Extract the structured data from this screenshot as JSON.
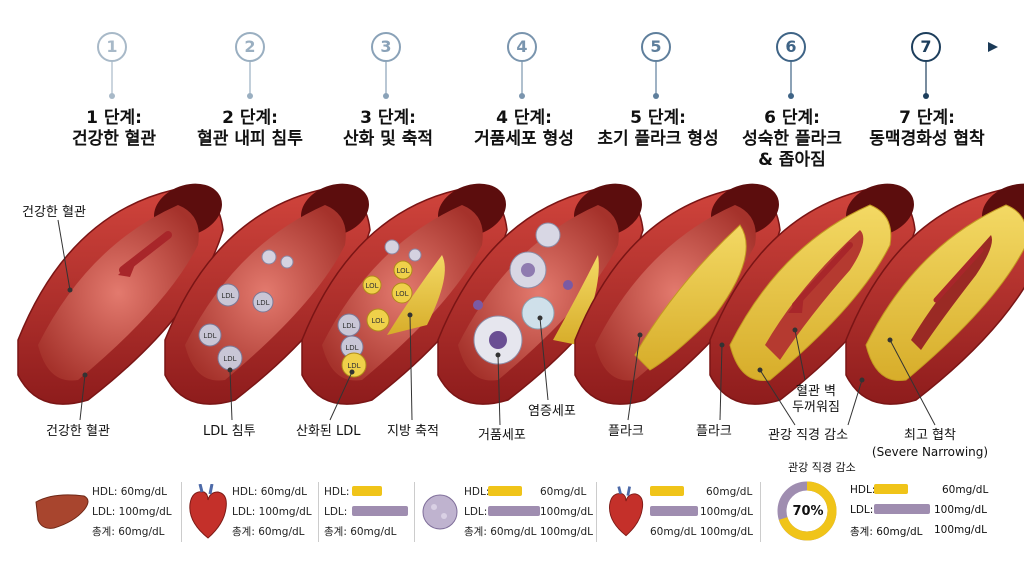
{
  "steps": [
    {
      "num": "1",
      "title_1": "1 단계:",
      "title_2": "건강한 혈관",
      "title_3": ""
    },
    {
      "num": "2",
      "title_1": "2 단계:",
      "title_2": "혈관 내피 침투",
      "title_3": ""
    },
    {
      "num": "3",
      "title_1": "3 단계:",
      "title_2": "산화 및 축적",
      "title_3": ""
    },
    {
      "num": "4",
      "title_1": "4 단계:",
      "title_2": "거품세포 형성",
      "title_3": ""
    },
    {
      "num": "5",
      "title_1": "5 단계:",
      "title_2": "초기 플라크 형성",
      "title_3": ""
    },
    {
      "num": "6",
      "title_1": "6 단계:",
      "title_2": "성숙한 플라크",
      "title_3": "& 좁아짐"
    },
    {
      "num": "7",
      "title_1": "7 단계:",
      "title_2": "동맥경화성 협착",
      "title_3": ""
    }
  ],
  "labels": {
    "healthy_top": "건강한 혈관",
    "healthy_bottom": "건강한 혈관",
    "ldl_infiltration": "LDL 침투",
    "oxidized_ldl": "산화된 LDL",
    "fat_accum": "지방 축적",
    "inflammatory_cell": "염증세포",
    "foam_cell": "거품세포",
    "plaque_5": "플라크",
    "plaque_6": "플라크",
    "wall_thick_1": "혈관 벽",
    "wall_thick_2": "두꺼워짐",
    "lumen_decrease_6": "관강 직경 감소",
    "severe_1": "최고 협착",
    "severe_2": "(Severe Narrowing)",
    "ldl_particle": "LDL",
    "lol_particle": "LOL",
    "lumen_decrease_panel": "관강 직경 감소"
  },
  "panels": {
    "p1": {
      "hdl": "HDL: 60mg/dL",
      "ldl": "LDL: 100mg/dL",
      "total": "총계: 60mg/dL"
    },
    "p2": {
      "hdl": "HDL: 60mg/dL",
      "ldl": "LDL: 100mg/dL",
      "total": "총계: 60mg/dL"
    },
    "p3": {
      "hdl": "HDL:",
      "ldl": "LDL:",
      "total": "총계: 60mg/dL"
    },
    "p4": {
      "hdl": "HDL:",
      "hdl_val": "60mg/dL",
      "ldl": "LDL:",
      "ldl_val": "100mg/dL",
      "total": "총계: 60mg/dL",
      "total_val": "100mg/dL"
    },
    "p5": {
      "hdl_val": "60mg/dL",
      "ldl_val": "100mg/dL",
      "total": "60mg/dL",
      "total_val": "100mg/dL"
    },
    "p6": {
      "hdl": "HDL:",
      "hdl_val": "60mg/dL",
      "ldl": "LDL:",
      "ldl_val": "100mg/dL",
      "total": "총계: 60mg/dL",
      "total_val": "100mg/dL",
      "percent": "70%",
      "percent_value": 70
    }
  },
  "colors": {
    "timeline_light": "#c8d6e2",
    "timeline_dark": "#1d3e5c",
    "hdl_bar": "#f0c419",
    "ldl_bar": "#9f8db0",
    "artery_outer": "#b32b2b",
    "plaque": "#e9c84e"
  }
}
